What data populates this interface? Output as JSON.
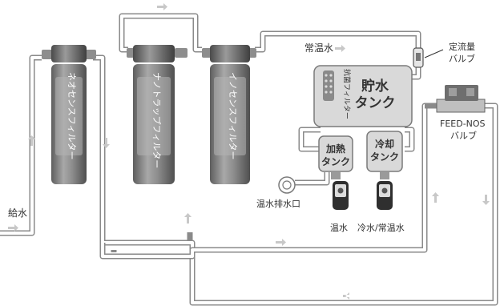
{
  "filters": [
    {
      "name": "ネオセンスフィルター"
    },
    {
      "name": "ナノトラップフィルター"
    },
    {
      "name": "イノセンスフィルター"
    }
  ],
  "tank": {
    "title_line1": "貯水",
    "title_line2": "タンク",
    "antibacterial_filter": "抗菌フィルター"
  },
  "hot_tank": {
    "line1": "加熱",
    "line2": "タンク"
  },
  "cold_tank": {
    "line1": "冷却",
    "line2": "タンク"
  },
  "labels": {
    "room_temp_water": "常温水",
    "flow_valve_line1": "定流量",
    "flow_valve_line2": "バルブ",
    "feed_nos_line1": "FEED-NOS",
    "feed_nos_line2": "バルブ",
    "water_supply": "給水",
    "hot_drain": "温水排水口",
    "hot_water": "温水",
    "cold_room_water": "冷水/常温水"
  },
  "colors": {
    "filter_body": "#7d7d7d",
    "tank_fill": "#d9d9d9",
    "pipe": "#8a8a8a",
    "arrow": "#c8c8c8"
  }
}
